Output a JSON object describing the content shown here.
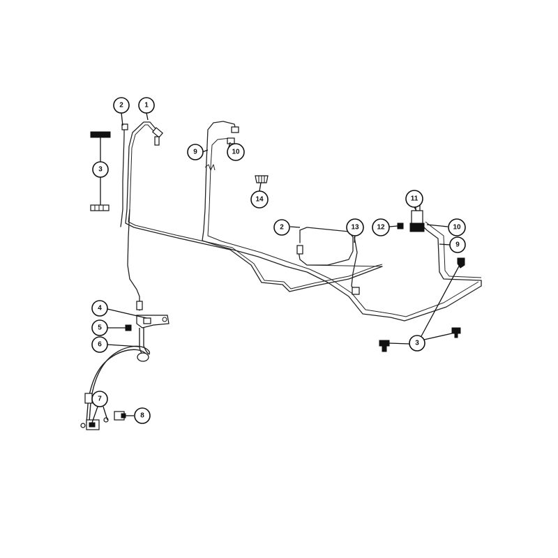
{
  "callouts": [
    {
      "id": "c1",
      "label": "1"
    },
    {
      "id": "c2a",
      "label": "2"
    },
    {
      "id": "c3a",
      "label": "3"
    },
    {
      "id": "c9a",
      "label": "9"
    },
    {
      "id": "c10a",
      "label": "10"
    },
    {
      "id": "c14",
      "label": "14"
    },
    {
      "id": "c11",
      "label": "11"
    },
    {
      "id": "c12",
      "label": "12"
    },
    {
      "id": "c10b",
      "label": "10"
    },
    {
      "id": "c2b",
      "label": "2"
    },
    {
      "id": "c13",
      "label": "13"
    },
    {
      "id": "c9b",
      "label": "9"
    },
    {
      "id": "c4",
      "label": "4"
    },
    {
      "id": "c5",
      "label": "5"
    },
    {
      "id": "c6",
      "label": "6"
    },
    {
      "id": "c3b",
      "label": "3"
    },
    {
      "id": "c7",
      "label": "7"
    },
    {
      "id": "c8",
      "label": "8"
    }
  ]
}
